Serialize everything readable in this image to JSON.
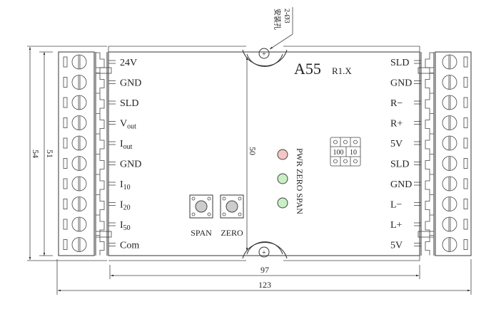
{
  "title": {
    "model": "A55",
    "revision": "R1.X"
  },
  "mounting_note": {
    "spec": "2-Ø3",
    "text": "安装孔"
  },
  "left_terminals": [
    {
      "main": "24V",
      "sub": ""
    },
    {
      "main": "GND",
      "sub": ""
    },
    {
      "main": "SLD",
      "sub": ""
    },
    {
      "main": "V",
      "sub": "out"
    },
    {
      "main": "I",
      "sub": "out"
    },
    {
      "main": "GND",
      "sub": ""
    },
    {
      "main": "I",
      "sub": "10"
    },
    {
      "main": "I",
      "sub": "20"
    },
    {
      "main": "I",
      "sub": "50"
    },
    {
      "main": "Com",
      "sub": ""
    }
  ],
  "right_terminals": [
    {
      "main": "SLD"
    },
    {
      "main": "GND"
    },
    {
      "main": "R−"
    },
    {
      "main": "R+"
    },
    {
      "main": "5V"
    },
    {
      "main": "SLD"
    },
    {
      "main": "GND"
    },
    {
      "main": "L−"
    },
    {
      "main": "L+"
    },
    {
      "main": "5V"
    }
  ],
  "leds": [
    {
      "label": "PWR",
      "color": "#f4c6c6"
    },
    {
      "label": "ZERO",
      "color": "#c9efc4"
    },
    {
      "label": "SPAN",
      "color": "#c9efc4"
    }
  ],
  "buttons": [
    {
      "label": "SPAN"
    },
    {
      "label": "ZERO"
    }
  ],
  "jumper": {
    "labels": [
      "100",
      "10"
    ]
  },
  "dimensions": {
    "width_inner": "97",
    "width_outer": "123",
    "height_inner": "51",
    "height_outer": "54",
    "hole_spacing": "50"
  }
}
